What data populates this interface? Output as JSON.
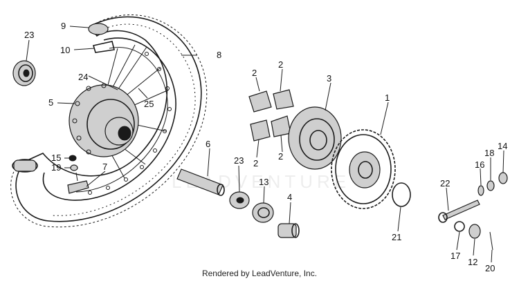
{
  "diagram": {
    "callouts": [
      {
        "id": "c1",
        "text": "1"
      },
      {
        "id": "c2a",
        "text": "2"
      },
      {
        "id": "c2b",
        "text": "2"
      },
      {
        "id": "c2c",
        "text": "2"
      },
      {
        "id": "c2d",
        "text": "2"
      },
      {
        "id": "c3",
        "text": "3"
      },
      {
        "id": "c4",
        "text": "4"
      },
      {
        "id": "c5",
        "text": "5"
      },
      {
        "id": "c6",
        "text": "6"
      },
      {
        "id": "c7",
        "text": "7"
      },
      {
        "id": "c8",
        "text": "8"
      },
      {
        "id": "c9",
        "text": "9"
      },
      {
        "id": "c10",
        "text": "10"
      },
      {
        "id": "c12",
        "text": "12"
      },
      {
        "id": "c13",
        "text": "13"
      },
      {
        "id": "c14",
        "text": "14"
      },
      {
        "id": "c15",
        "text": "15"
      },
      {
        "id": "c16",
        "text": "16"
      },
      {
        "id": "c17",
        "text": "17"
      },
      {
        "id": "c18",
        "text": "18"
      },
      {
        "id": "c19",
        "text": "19"
      },
      {
        "id": "c20",
        "text": "20"
      },
      {
        "id": "c21",
        "text": "21"
      },
      {
        "id": "c22",
        "text": "22"
      },
      {
        "id": "c23a",
        "text": "23"
      },
      {
        "id": "c23b",
        "text": "23"
      },
      {
        "id": "c24",
        "text": "24"
      },
      {
        "id": "c25",
        "text": "25"
      }
    ]
  },
  "watermark": "LEADVENTURE",
  "footer": "Rendered by LeadVenture, Inc."
}
